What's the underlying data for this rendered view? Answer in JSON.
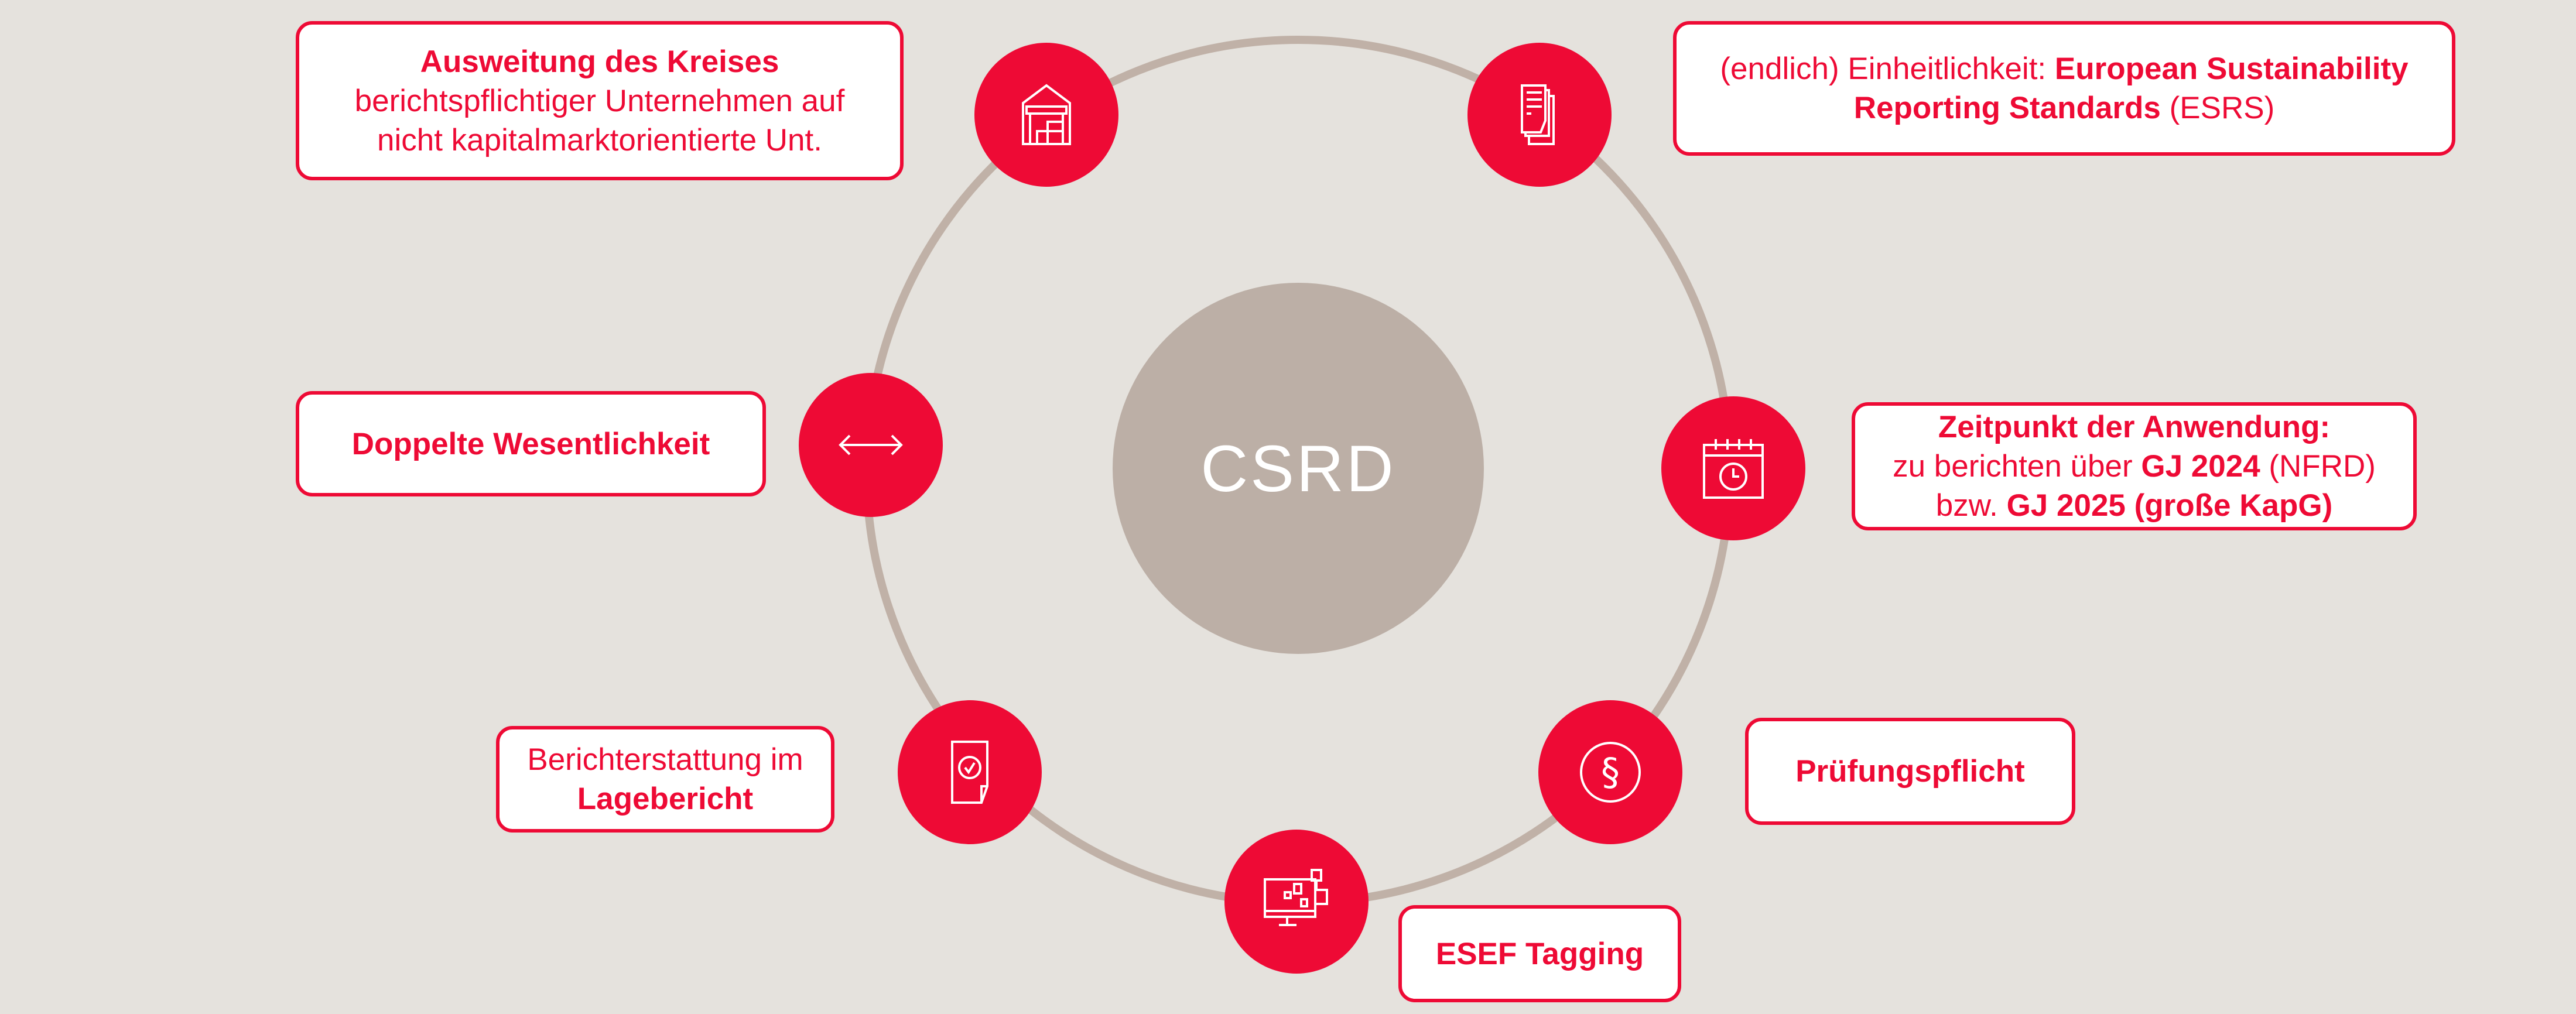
{
  "center": {
    "label": "CSRD"
  },
  "colors": {
    "accent": "#ee0a35",
    "ring": "#c0b1a7",
    "core": "#bcafa6",
    "background": "#e5e2dd"
  },
  "items": [
    {
      "icon": "building-icon",
      "lines": [
        [
          {
            "t": "Ausweitung des Kreises",
            "b": true
          }
        ],
        [
          {
            "t": "berichtspflichtiger Unternehmen auf",
            "b": false
          }
        ],
        [
          {
            "t": "nicht kapitalmarktorientierte Unt.",
            "b": false
          }
        ]
      ]
    },
    {
      "icon": "documents-icon",
      "lines": [
        [
          {
            "t": "(endlich) Einheitlichkeit: ",
            "b": false
          },
          {
            "t": "European Sustainability",
            "b": true
          }
        ],
        [
          {
            "t": "Reporting Standards",
            "b": true
          },
          {
            "t": " (ESRS)",
            "b": false
          }
        ]
      ]
    },
    {
      "icon": "double-arrow-icon",
      "lines": [
        [
          {
            "t": "Doppelte Wesentlichkeit",
            "b": true
          }
        ]
      ]
    },
    {
      "icon": "calendar-clock-icon",
      "lines": [
        [
          {
            "t": "Zeitpunkt der Anwendung:",
            "b": true
          }
        ],
        [
          {
            "t": "zu berichten über ",
            "b": false
          },
          {
            "t": "GJ 2024",
            "b": true
          },
          {
            "t": " (NFRD)",
            "b": false
          }
        ],
        [
          {
            "t": "bzw. ",
            "b": false
          },
          {
            "t": "GJ 2025 (große KapG)",
            "b": true
          }
        ]
      ]
    },
    {
      "icon": "document-check-icon",
      "lines": [
        [
          {
            "t": "Berichterstattung im",
            "b": false
          }
        ],
        [
          {
            "t": "Lagebericht",
            "b": true
          }
        ]
      ]
    },
    {
      "icon": "paragraph-icon",
      "lines": [
        [
          {
            "t": "Prüfungspflicht",
            "b": true
          }
        ]
      ]
    },
    {
      "icon": "monitor-network-icon",
      "lines": [
        [
          {
            "t": "ESEF Tagging",
            "b": true
          }
        ]
      ]
    }
  ]
}
